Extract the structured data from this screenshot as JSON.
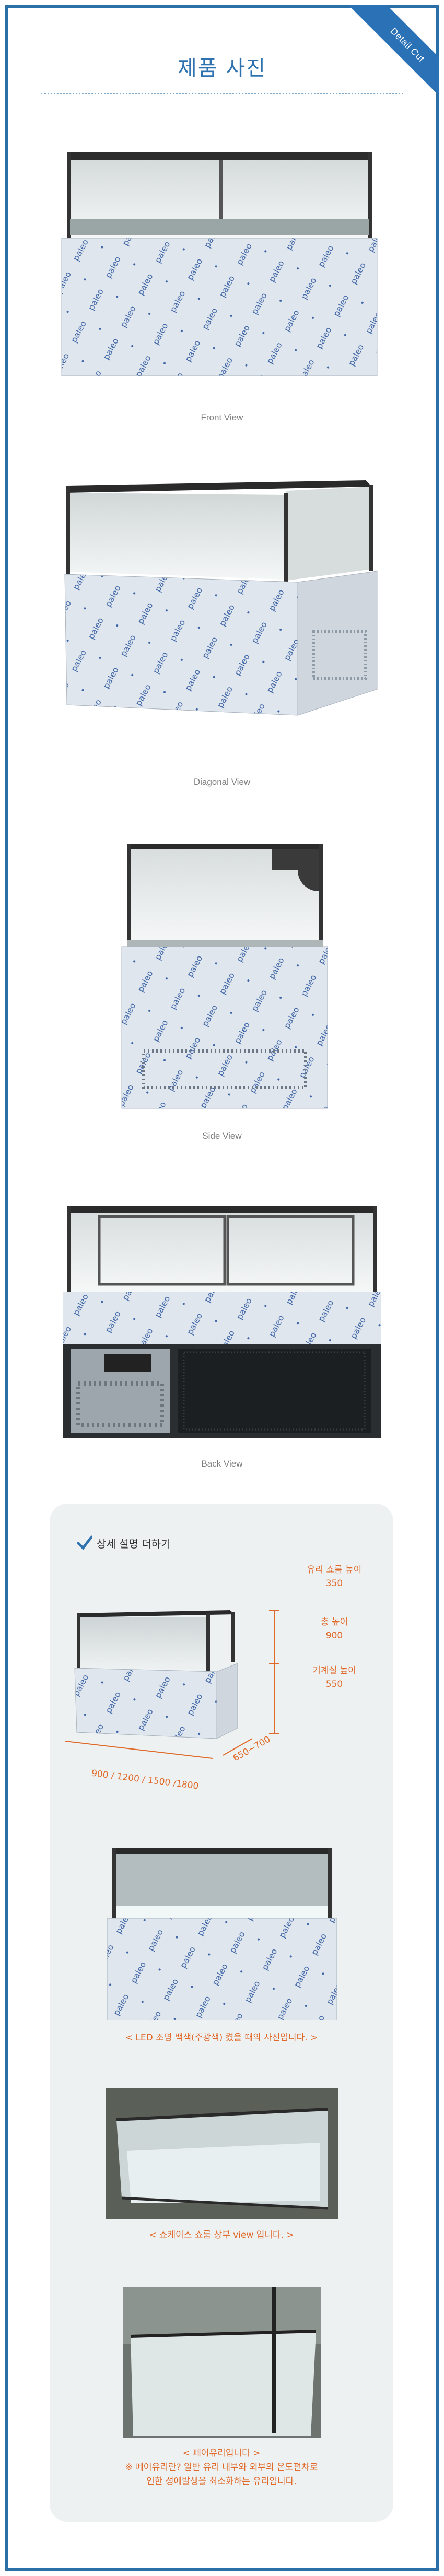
{
  "ribbon": {
    "label": "Detail Cut"
  },
  "header": {
    "title": "제품 사진"
  },
  "views": [
    {
      "caption": "Front View"
    },
    {
      "caption": "Diagonal View"
    },
    {
      "caption": "Side View"
    },
    {
      "caption": "Back View"
    }
  ],
  "product": {
    "brand_mark": "paleo"
  },
  "detail": {
    "heading": "상세 설명 더하기",
    "dimensions": {
      "glass_height_label": "유리 쇼룸 높이",
      "glass_height_value": "350",
      "total_height_label": "총 높이",
      "total_height_value": "900",
      "machine_height_label": "기계실 높이",
      "machine_height_value": "550",
      "width_label": "900 / 1200 / 1500 /1800",
      "depth_label": "650~700"
    },
    "captions": [
      "< LED 조명 백색(주광색) 켰을 때의 사진입니다. >",
      "< 쇼케이스 쇼룸 상부 view 입니다. >"
    ],
    "pair_glass": {
      "line1": "< 페어유리입니다 >",
      "line2": "※ 페어유리란? 일반 유리 내부와 외부의 온도편차로",
      "line3": "인한 성에발생을 최소화하는 유리입니다."
    }
  },
  "colors": {
    "accent": "#2e72b0",
    "orange": "#e06a2a",
    "panel": "#eef1f2"
  }
}
